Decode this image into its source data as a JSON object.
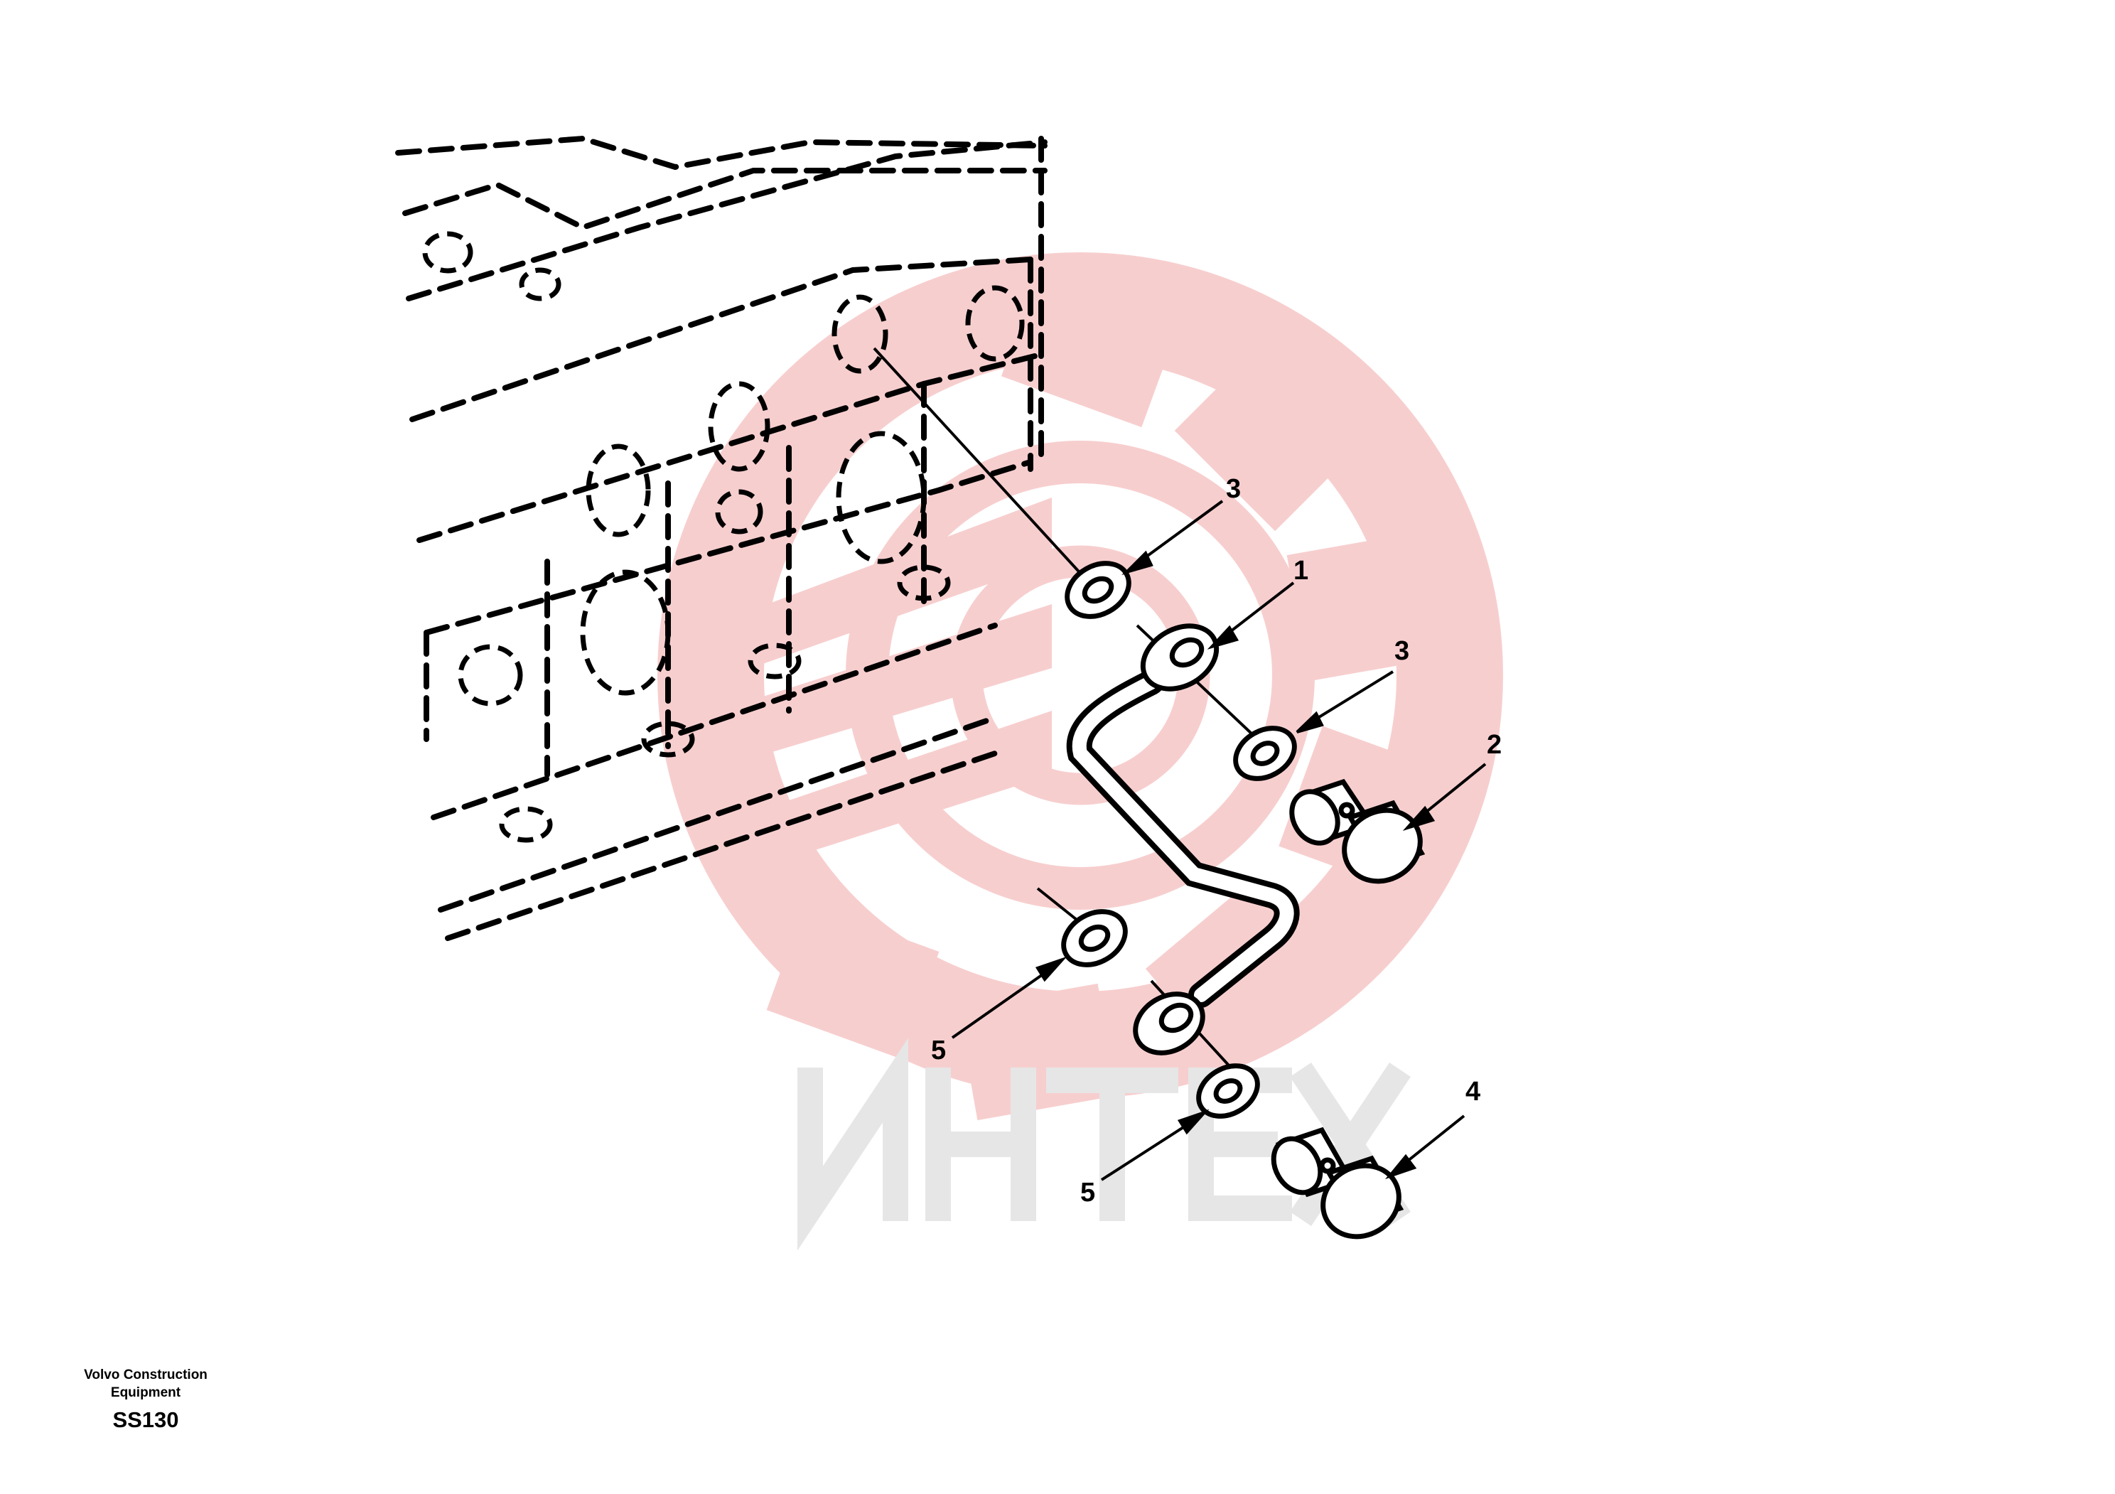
{
  "footer": {
    "maker_line1": "Volvo Construction",
    "maker_line2": "Equipment",
    "code": "SS130"
  },
  "callouts": [
    {
      "id": "callout-3-upper",
      "text": "3"
    },
    {
      "id": "callout-1",
      "text": "1"
    },
    {
      "id": "callout-3-lower",
      "text": "3"
    },
    {
      "id": "callout-2",
      "text": "2"
    },
    {
      "id": "callout-5-left",
      "text": "5"
    },
    {
      "id": "callout-5-right",
      "text": "5"
    },
    {
      "id": "callout-4",
      "text": "4"
    }
  ],
  "watermark": {
    "text": "ИНТЕХ",
    "gear_color": "#f7c9c9",
    "text_color": "#e6e6e6"
  },
  "colors": {
    "line": "#000000",
    "background": "#ffffff"
  }
}
